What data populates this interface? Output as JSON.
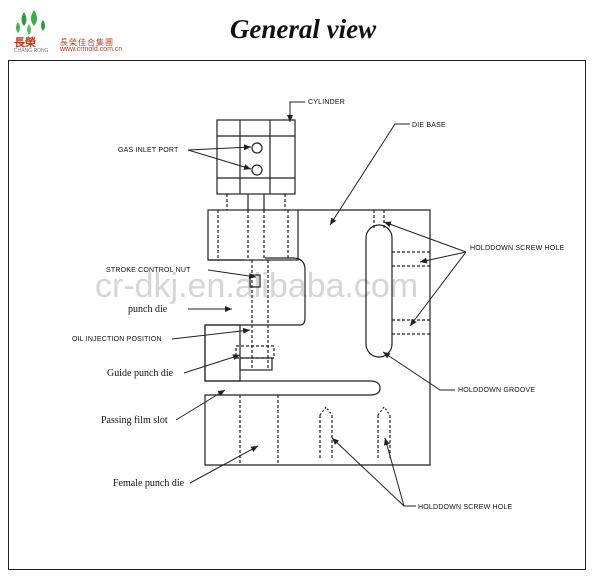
{
  "header": {
    "title": "General view",
    "logo_brand": "長榮",
    "logo_brand_small": "CHANG RONG",
    "logo_company": "長榮佳合集團",
    "logo_url": "www.crmold.com.cn"
  },
  "watermark": "cr-dkj.en.alibaba.com",
  "labels": {
    "cylinder": "CYLINDER",
    "gas_inlet_port": "GAS INLET PORT",
    "die_base": "DIE BASE",
    "holddown_screw_hole_top": "HOLDDOWN SCREW HOLE",
    "stroke_control_nut": "STROKE CONTROL NUT",
    "punch_die": "punch die",
    "oil_injection_position": "OIL INJECTION POSITION",
    "guide_punch_die": "Guide punch die",
    "holddown_groove": "HOLDDOWN GROOVE",
    "passing_film_slot": "Passing film slot",
    "female_punch_die": "Female punch die",
    "holddown_screw_hole_bottom": "HOLDDOWN SCREW HOLE"
  },
  "colors": {
    "line": "#222222",
    "logo_red": "#c23b22",
    "logo_green": "#2f9a3a",
    "watermark": "#d6d6d6"
  }
}
